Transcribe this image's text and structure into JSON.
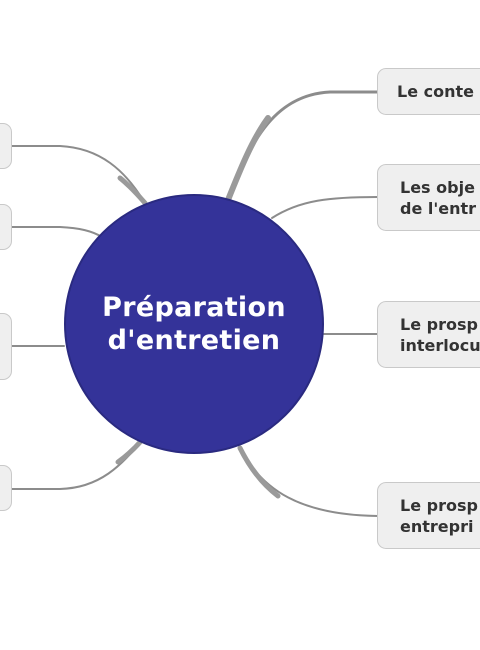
{
  "center": {
    "line1": "Préparation",
    "line2": "d'entretien"
  },
  "right_topics": [
    {
      "line1": "Le conte",
      "line2": ""
    },
    {
      "line1": "Les obje",
      "line2": "de l'entr"
    },
    {
      "line1": "Le prosp",
      "line2": "interlocu"
    },
    {
      "line1": "Le prosp",
      "line2": "entrepri"
    }
  ],
  "colors": {
    "center_fill": "#343399",
    "topic_fill": "#efefef",
    "connector": "#8c8c8c"
  }
}
